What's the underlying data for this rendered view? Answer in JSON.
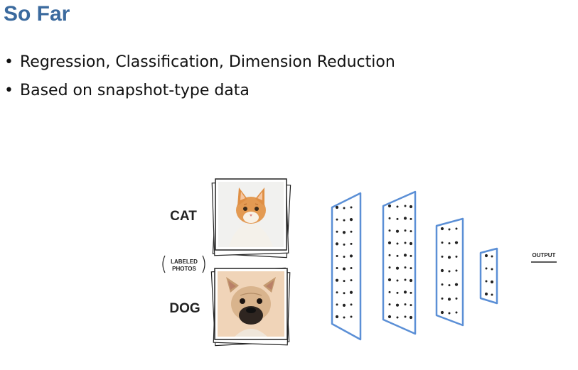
{
  "slide": {
    "title": "So Far",
    "bullets": [
      "Regression, Classification, Dimension Reduction",
      "Based on snapshot-type data"
    ]
  },
  "diagram": {
    "cat_label": "CAT",
    "dog_label": "DOG",
    "labeled_note_line1": "LABELED",
    "labeled_note_line2": "PHOTOS",
    "output_label": "OUTPUT",
    "photo_cat": "cat photo",
    "photo_dog": "french bulldog photo"
  },
  "colors": {
    "title": "#3b6a9e",
    "layer_stroke": "#5b8fd6",
    "ink": "#222222"
  }
}
